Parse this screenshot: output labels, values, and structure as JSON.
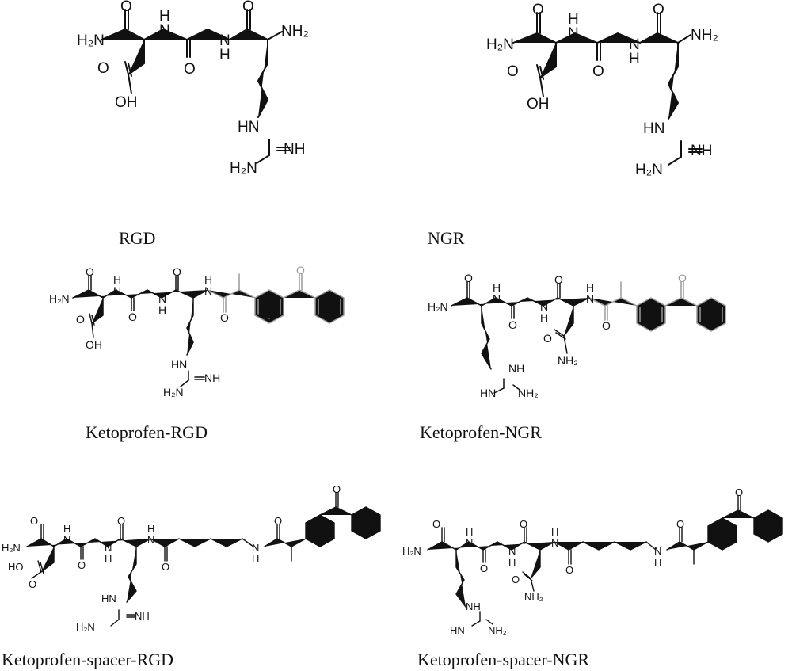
{
  "captions": {
    "rgd": "RGD",
    "ngr": "NGR",
    "keto_rgd": "Ketoprofen-RGD",
    "keto_ngr": "Ketoprofen-NGR",
    "keto_spacer_rgd": "Ketoprofen-spacer-RGD",
    "keto_spacer_ngr": "Ketoprofen-spacer-NGR"
  },
  "atom_labels": {
    "h2n": "H₂N",
    "nh2": "NH₂",
    "nh": "NH",
    "hn": "HN",
    "n": "N",
    "h": "H",
    "o": "O",
    "oh": "OH",
    "ho": "HO"
  },
  "colors": {
    "bond": "#111111",
    "ketoprofen_moiety": "#9a9a9a"
  }
}
